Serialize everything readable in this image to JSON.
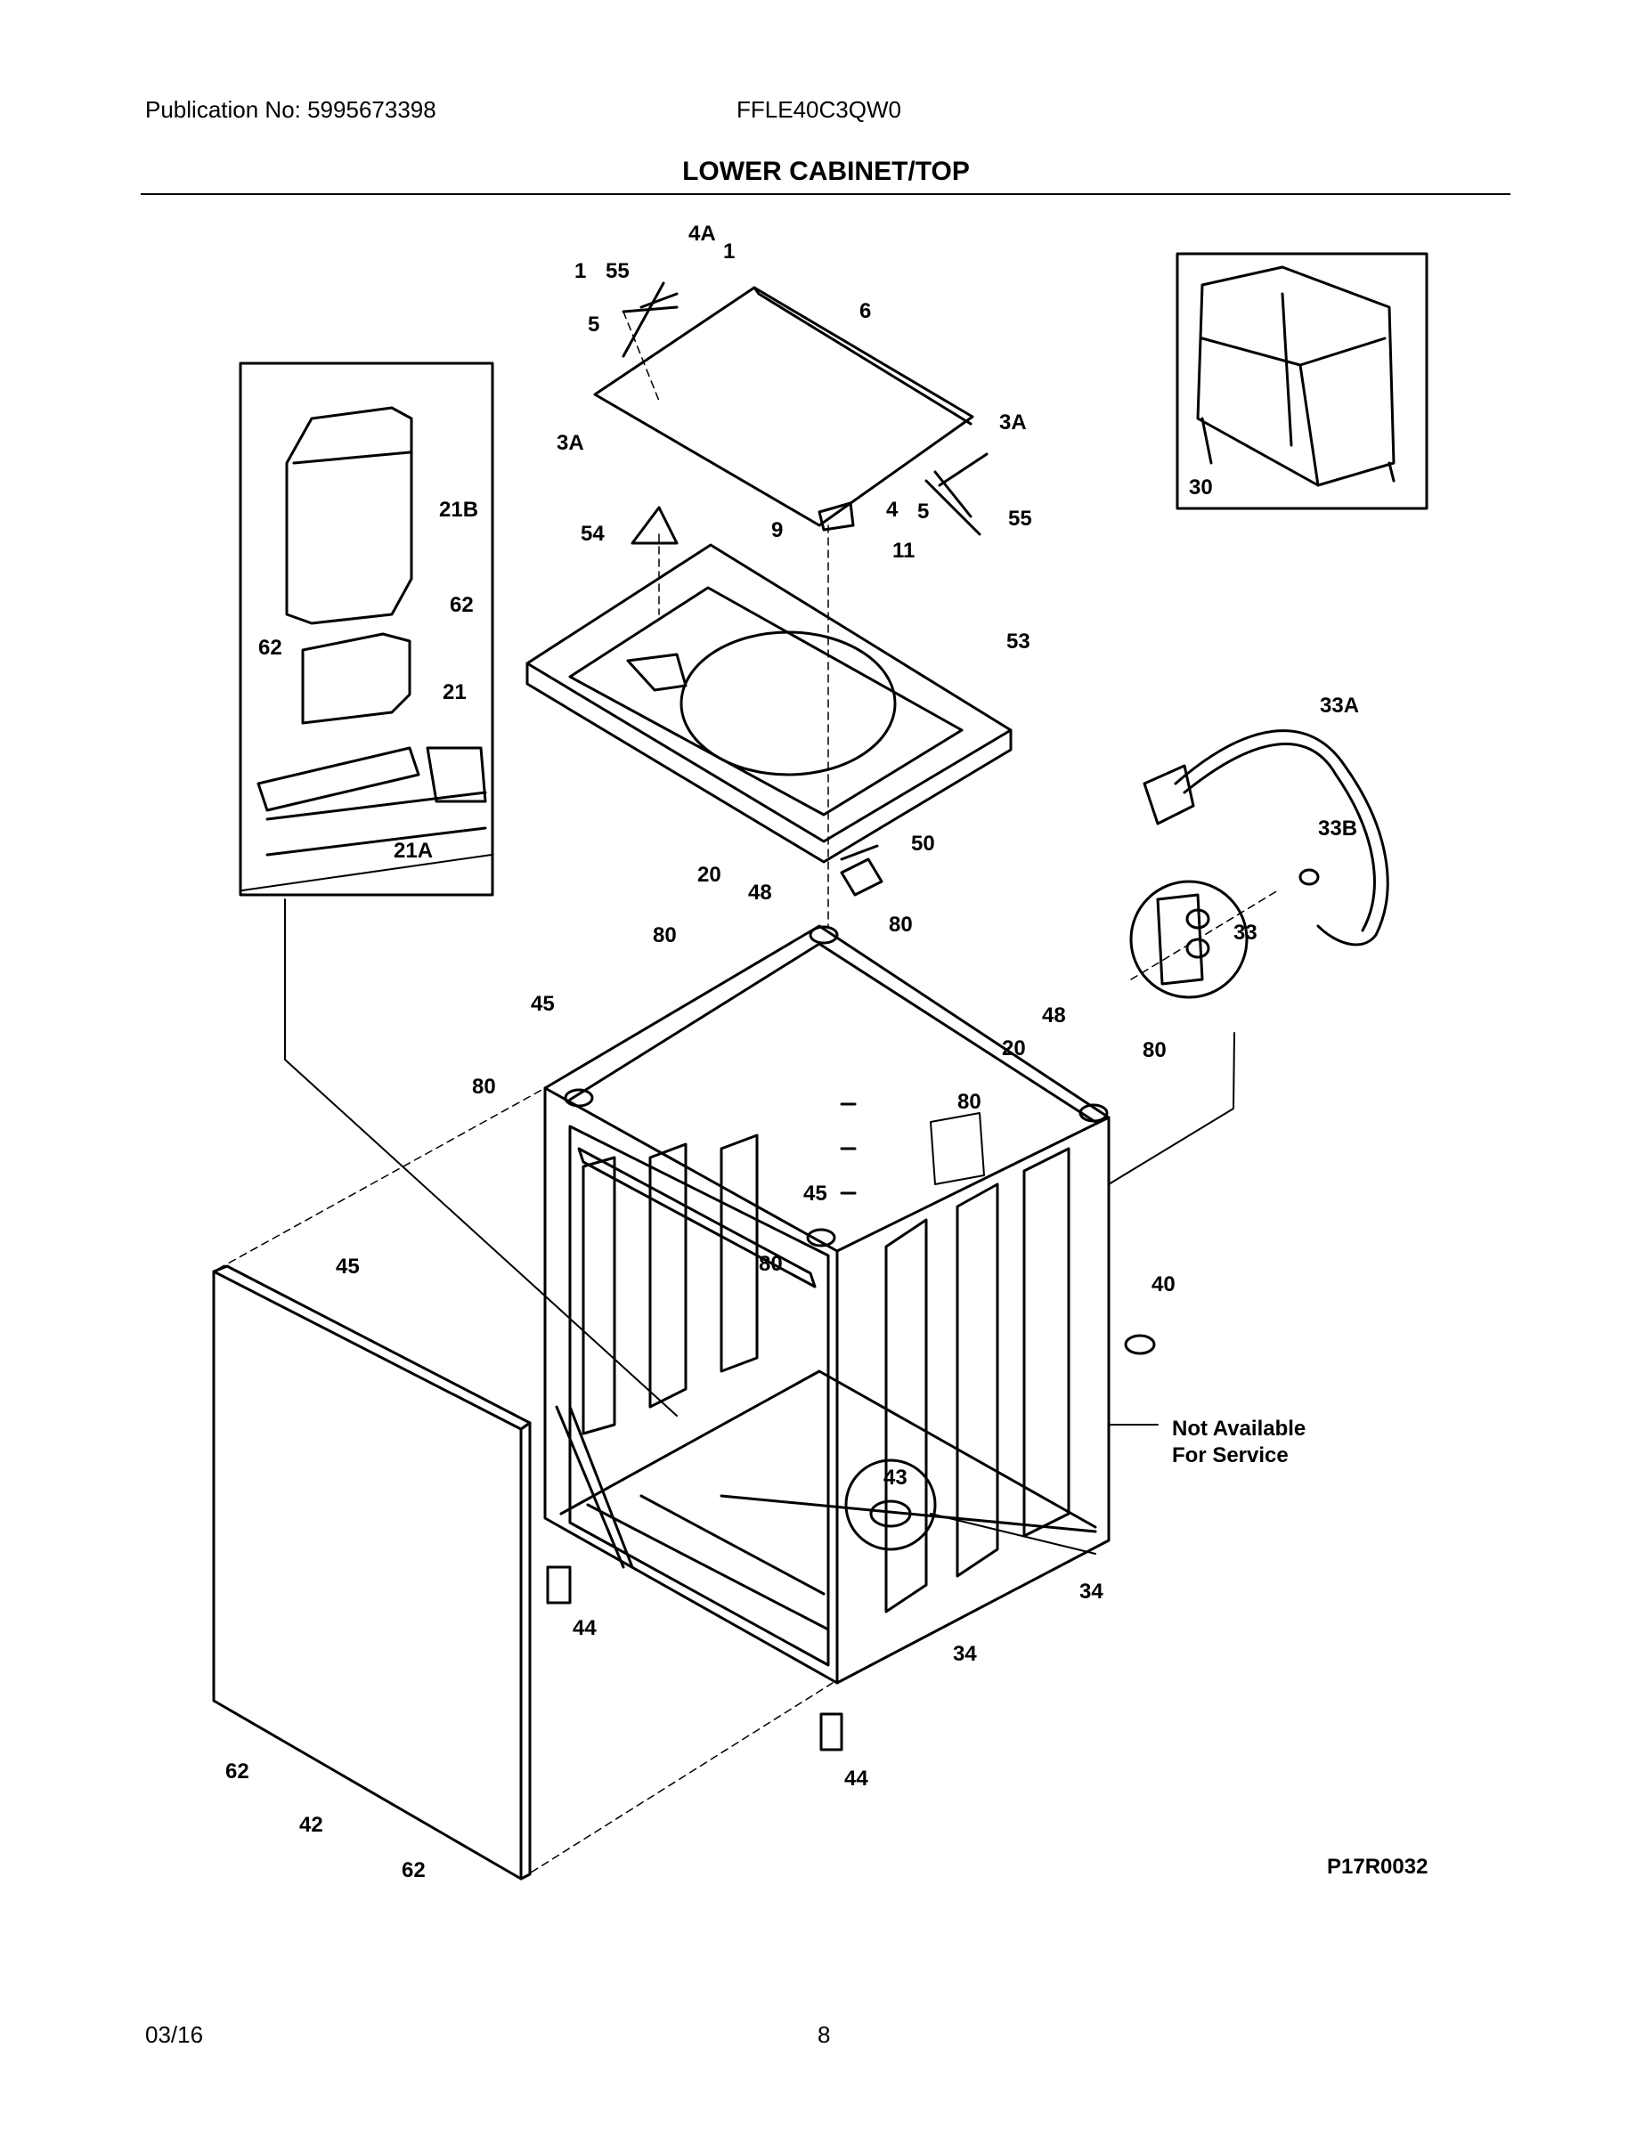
{
  "header": {
    "publication": "Publication No: 5995673398",
    "model": "FFLE40C3QW0",
    "title": "LOWER CABINET/TOP"
  },
  "diagram": {
    "callouts": [
      "1",
      "1",
      "3A",
      "3A",
      "4",
      "4A",
      "5",
      "5",
      "6",
      "9",
      "11",
      "20",
      "20",
      "21",
      "21A",
      "21B",
      "30",
      "33",
      "33A",
      "33B",
      "34",
      "34",
      "40",
      "42",
      "43",
      "44",
      "44",
      "45",
      "45",
      "45",
      "48",
      "48",
      "50",
      "53",
      "54",
      "55",
      "55",
      "62",
      "62",
      "62",
      "62",
      "80",
      "80",
      "80",
      "80",
      "80",
      "80"
    ],
    "note": "Not Available\nFor Service",
    "drawing_code": "P17R0032"
  },
  "footer": {
    "date": "03/16",
    "page": "8"
  }
}
